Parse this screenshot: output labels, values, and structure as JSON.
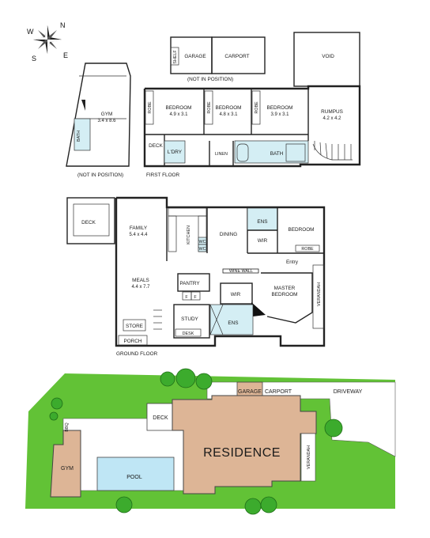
{
  "compass": {
    "n": "N",
    "e": "E",
    "s": "S",
    "w": "W"
  },
  "first_floor": {
    "caption": "FIRST FLOOR",
    "gym": "GYM",
    "gym_dim": "3.4 x 8.6",
    "gym_bath": "BATH",
    "gym_note": "(NOT IN POSITION)",
    "shelf": "SHELF",
    "garage": "GARAGE",
    "carport": "CARPORT",
    "garage_note": "(NOT IN POSITION)",
    "void": "VOID",
    "robe": "ROBE",
    "bedroom1": "BEDROOM",
    "bedroom1_dim": "4.9 x 3.1",
    "bedroom2": "BEDROOM",
    "bedroom2_dim": "4.8 x 3.1",
    "bedroom3": "BEDROOM",
    "bedroom3_dim": "3.9 x 3.1",
    "rumpus": "RUMPUS",
    "rumpus_dim": "4.2 x 4.2",
    "deck": "DECK",
    "laundry": "L'DRY",
    "linen": "LINEN",
    "bath": "BATH"
  },
  "ground_floor": {
    "caption": "GROUND FLOOR",
    "deck": "DECK",
    "family": "FAMILY",
    "family_dim": "5.4 x 4.4",
    "kitchen": "KITCHEN",
    "wc": "WC",
    "dining": "DINING",
    "ens": "ENS",
    "wir": "WIR",
    "bedroom": "BEDROOM",
    "robe": "ROBE",
    "entry": "Entry",
    "wine_wall": "WINE WALL",
    "meals": "MEALS",
    "meals_dim": "4.4 x 7.7",
    "pantry": "PANTRY",
    "fridge": "F",
    "master": "MASTER",
    "master2": "BEDROOM",
    "wir2": "WIR",
    "verandah": "VERANDAH",
    "store": "STORE",
    "study": "STUDY",
    "ens2": "ENS",
    "desk": "DESK",
    "porch": "PORCH"
  },
  "site": {
    "garage": "GARAGE",
    "carport": "CARPORT",
    "driveway": "DRIVEWAY",
    "deck": "DECK",
    "bbq": "BBQ",
    "residence": "RESIDENCE",
    "verandah": "VERANDAH",
    "gym": "GYM",
    "pool": "POOL"
  },
  "colors": {
    "lawn": "#62c236",
    "residence": "#ddb596",
    "pool": "#bfe6f5",
    "wet_area": "#d4eef4",
    "tree": "#3cab2d"
  }
}
